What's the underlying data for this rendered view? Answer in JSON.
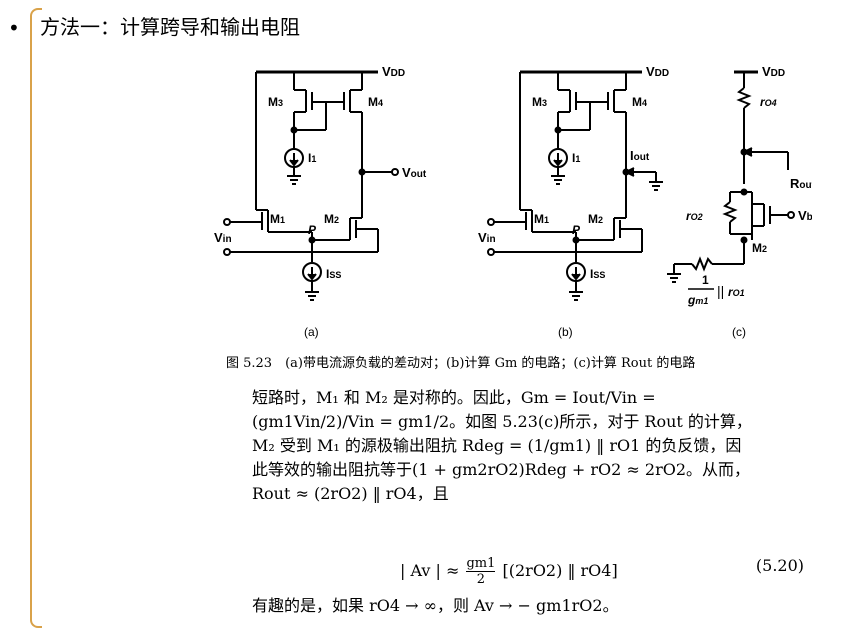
{
  "bullet": "•",
  "title": "方法一：计算跨导和输出电阻",
  "figure": {
    "vdd": "V",
    "vdd_sub": "DD",
    "m1": "M",
    "m1_sub": "1",
    "m2": "M",
    "m2_sub": "2",
    "m3": "M",
    "m3_sub": "3",
    "m4": "M",
    "m4_sub": "4",
    "i1": "I",
    "i1_sub": "1",
    "iss": "I",
    "iss_sub": "SS",
    "vout": "V",
    "vout_sub": "out",
    "iout": "I",
    "iout_sub": "out",
    "vin": "V",
    "vin_sub": "in",
    "p": "P",
    "ro4": "r",
    "ro4_sub": "O4",
    "ro2": "r",
    "ro2_sub": "O2",
    "ro1": "r",
    "ro1_sub": "O1",
    "vb": "V",
    "vb_sub": "b",
    "rout": "R",
    "rout_sub": "out",
    "one": "1",
    "gm1": "g",
    "gm1_sub": "m1",
    "parallel": "||",
    "label_a": "(a)",
    "label_b": "(b)",
    "label_c": "(c)"
  },
  "caption": "图 5.23　(a)带电流源负载的差动对；(b)计算 Gm 的电路；(c)计算 Rout 的电路",
  "body": [
    "短路时，M₁ 和 M₂ 是对称的。因此，Gm = Iout/Vin =",
    "(gm1Vin/2)/Vin = gm1/2。如图 5.23(c)所示，对于 Rout 的计算，",
    "M₂ 受到 M₁ 的源极输出阻抗 Rdeg = (1/gm1) ‖ rO1 的负反馈，因",
    "此等效的输出阻抗等于(1 + gm2rO2)Rdeg + rO2 ≈ 2rO2。从而，",
    "Rout ≈ (2rO2) ‖ rO4，且"
  ],
  "equation": {
    "lhs": "| Av | ≈",
    "num": "gm1",
    "den": "2",
    "rhs": "[(2rO2) ‖ rO4]",
    "number": "(5.20)"
  },
  "last_line": "有趣的是，如果 rO4 → ∞，则 Av → − gm1rO2。"
}
